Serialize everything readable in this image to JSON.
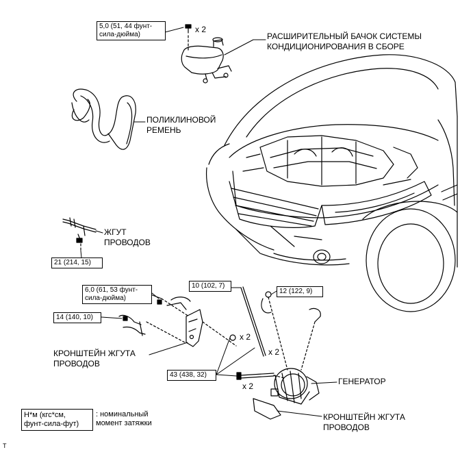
{
  "torque": {
    "tank_bolt": [
      "5,0 (51, 44 фунт-",
      "сила-дюйма)"
    ],
    "harness_bolt": "21 (214, 15)",
    "bracket_bolt_top": [
      "6,0 (61, 53 фунт-",
      "сила-дюйма)"
    ],
    "bracket_bolt_left": "14 (140, 10)",
    "gen_bolt_top": "10 (102, 7)",
    "gen_nut_right": "12 (122, 9)",
    "gen_bolts_main": "43 (438, 32)"
  },
  "multipliers": {
    "tank": "x 2",
    "nut": "x 2",
    "long_bolt": "x 2",
    "short_bolt": "x 2"
  },
  "parts": {
    "tank": [
      "РАСШИРИТЕЛЬНЫЙ БАЧОК СИСТЕМЫ",
      "КОНДИЦИОНИРОВАНИЯ В СБОРЕ"
    ],
    "belt": [
      "ПОЛИКЛИНОВОЙ",
      "РЕМЕНЬ"
    ],
    "harness": [
      "ЖГУТ",
      "ПРОВОДОВ"
    ],
    "bracket_left": [
      "КРОНШТЕЙН ЖГУТА",
      "ПРОВОДОВ"
    ],
    "generator": "ГЕНЕРАТОР",
    "bracket_right": [
      "КРОНШТЕЙН ЖГУТА",
      "ПРОВОДОВ"
    ]
  },
  "legend": {
    "box": [
      "Н*м (кгс*см,",
      "фунт-сила-фут)"
    ],
    "text": [
      ": номинальный",
      "момент затяжки"
    ]
  },
  "figure_id": "T"
}
